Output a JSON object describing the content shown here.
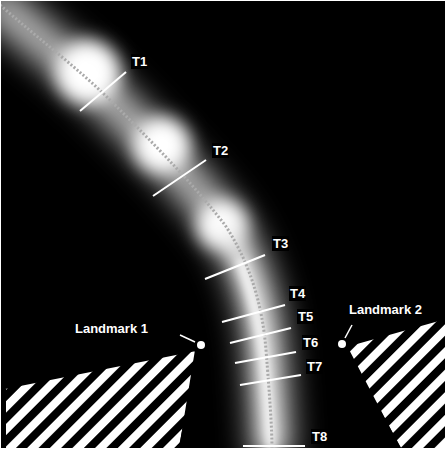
{
  "diagram": {
    "labels": [
      "T1",
      "T2",
      "T3",
      "T4",
      "T5",
      "T6",
      "T7",
      "T8",
      "Landmark 1",
      "Landmark 2"
    ]
  }
}
